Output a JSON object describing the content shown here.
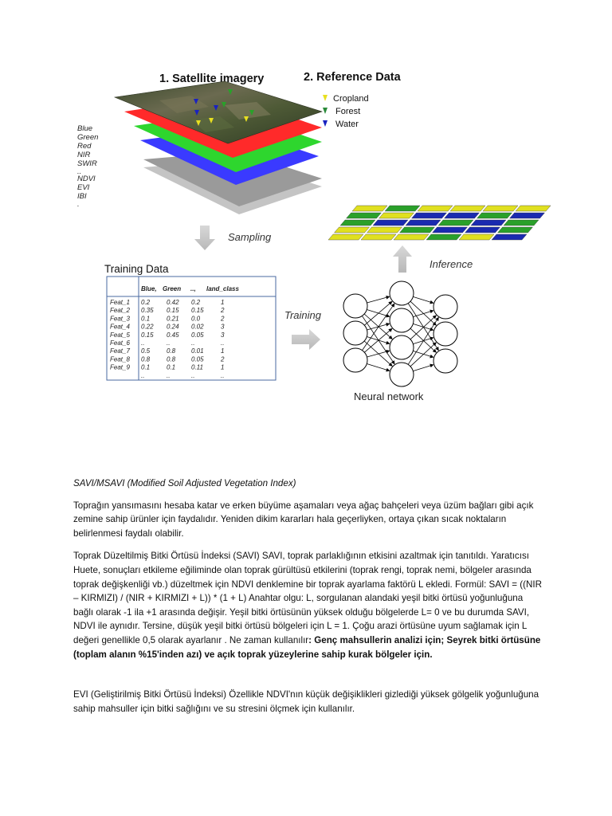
{
  "figure": {
    "step1_title": "1. Satellite imagery",
    "step2_title": "2. Reference Data",
    "reference_legend": [
      {
        "label": "Cropland",
        "color": "#e8e020"
      },
      {
        "label": "Forest",
        "color": "#2a8a3a"
      },
      {
        "label": "Water",
        "color": "#1a22c0"
      }
    ],
    "bands": [
      "Blue",
      "Green",
      "Red",
      "NIR",
      "SWIR",
      "..",
      "NDVI",
      "EVI",
      "IBI",
      "."
    ],
    "sampling_label": "Sampling",
    "inference_label": "Inference",
    "training_label": "Training",
    "training_data_title": "Training Data",
    "neural_network_label": "Neural network",
    "table": {
      "headers": [
        "Blue,",
        "Green",
        "..,",
        "land_class"
      ],
      "rows": [
        {
          "feat": "Feat_1",
          "cells": [
            "0.2",
            "0.42",
            "0.2",
            "1"
          ]
        },
        {
          "feat": "Feat_2",
          "cells": [
            "0.35",
            "0.15",
            "0.15",
            "2"
          ]
        },
        {
          "feat": "Feat_3",
          "cells": [
            "0.1",
            "0.21",
            "0.0",
            "2"
          ]
        },
        {
          "feat": "Feat_4",
          "cells": [
            "0.22",
            "0.24",
            "0.02",
            "3"
          ]
        },
        {
          "feat": "Feat_5",
          "cells": [
            "0.15",
            "0.45",
            "0.05",
            "3"
          ]
        },
        {
          "feat": "Feat_6",
          "cells": [
            "..",
            "..",
            "..",
            ".."
          ]
        },
        {
          "feat": "Feat_7",
          "cells": [
            "0.5",
            "0.8",
            "0.01",
            "1"
          ]
        },
        {
          "feat": "Feat_8",
          "cells": [
            "0.8",
            "0.8",
            "0.05",
            "2"
          ]
        },
        {
          "feat": "Feat_9",
          "cells": [
            "0.1",
            "0.1",
            "0.11",
            "1"
          ]
        },
        {
          "feat": "",
          "cells": [
            "..",
            "..",
            "..",
            ".."
          ]
        }
      ]
    },
    "colors": {
      "red_layer": "#ff2a2a",
      "green_layer": "#2ed62e",
      "blue_layer": "#3a3aff",
      "gray_layer": "#9a9a9a",
      "cropland": "#e0e020",
      "forest": "#2aa02a",
      "water": "#1a2ab0",
      "table_border": "#4a6aa0"
    }
  },
  "document": {
    "heading": "SAVI/MSAVI (Modified Soil Adjusted Vegetation Index)",
    "para1": "Toprağın yansımasını hesaba katar ve erken büyüme aşamaları veya ağaç bahçeleri veya üzüm bağları gibi açık zemine sahip ürünler için faydalıdır. Yeniden dikim kararları hala geçerliyken, ortaya çıkan sıcak noktaların belirlenmesi faydalı olabilir.",
    "para2_text": "Toprak Düzeltilmiş Bitki Örtüsü İndeksi (SAVI) SAVI, toprak parlaklığının etkisini azaltmak için tanıtıldı. Yaratıcısı Huete, sonuçları etkileme eğiliminde olan toprak gürültüsü etkilerini (toprak rengi, toprak nemi, bölgeler arasında toprak değişkenliği vb.) düzeltmek için NDVI denklemine bir toprak ayarlama faktörü L ekledi. Formül: SAVI = ((NIR – KIRMIZI) / (NIR + KIRMIZI + L)) * (1 + L) Anahtar olgu: L, sorgulanan alandaki yeşil bitki örtüsü yoğunluğuna bağlı olarak -1 ila +1 arasında değişir. Yeşil bitki örtüsünün yüksek olduğu bölgelerde L= 0 ve bu durumda SAVI, NDVI ile aynıdır. Tersine, düşük yeşil bitki örtüsü bölgeleri için L = 1. Çoğu arazi örtüsüne uyum sağlamak için L değeri genellikle 0,5 olarak ayarlanır . Ne zaman kullanılır",
    "para2_bold": ": Genç mahsullerin analizi için; Seyrek bitki örtüsüne (toplam alanın %15'inden azı) ve açık toprak yüzeylerine sahip kurak bölgeler için.",
    "para3": "EVI (Geliştirilmiş Bitki Örtüsü İndeksi) Özellikle NDVI'nın küçük değişiklikleri gizlediği yüksek gölgelik yoğunluğuna sahip mahsuller için bitki sağlığını ve su stresini ölçmek için kullanılır."
  }
}
